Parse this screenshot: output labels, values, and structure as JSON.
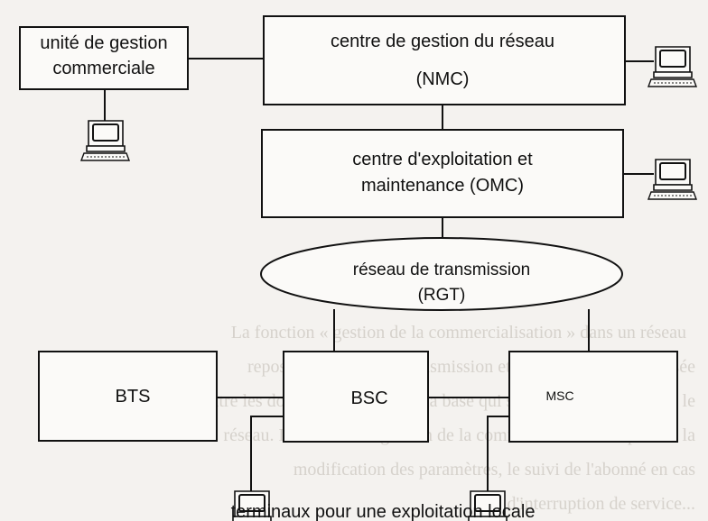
{
  "nodes": {
    "commercial": {
      "line1": "unité de gestion",
      "line2": "commerciale"
    },
    "nmc": {
      "line1": "centre de gestion du réseau",
      "line2": "(NMC)"
    },
    "omc": {
      "line1": "centre d'exploitation et",
      "line2": "maintenance (OMC)"
    },
    "rgt": {
      "line1": "réseau de transmission",
      "line2": "(RGT)"
    },
    "bts": {
      "label": "BTS"
    },
    "bsc": {
      "label": "BSC"
    },
    "msc": {
      "label": "MSC"
    }
  },
  "caption": "terminaux pour une exploitation locale",
  "bleed_through": [
    "La fonction « gestion de la commercialisation » dans un réseau",
    "repose du support de transmission et de la technologie utilisée",
    "entre les données des bases de la base qui sont communiquées par le",
    "réseau. La fonction « gestion de la commercialisation » permet la",
    "modification des paramètres, le suivi de l'abonné en cas",
    "d'interruption de service..."
  ],
  "icons": {
    "terminal": "computer-terminal-icon"
  }
}
